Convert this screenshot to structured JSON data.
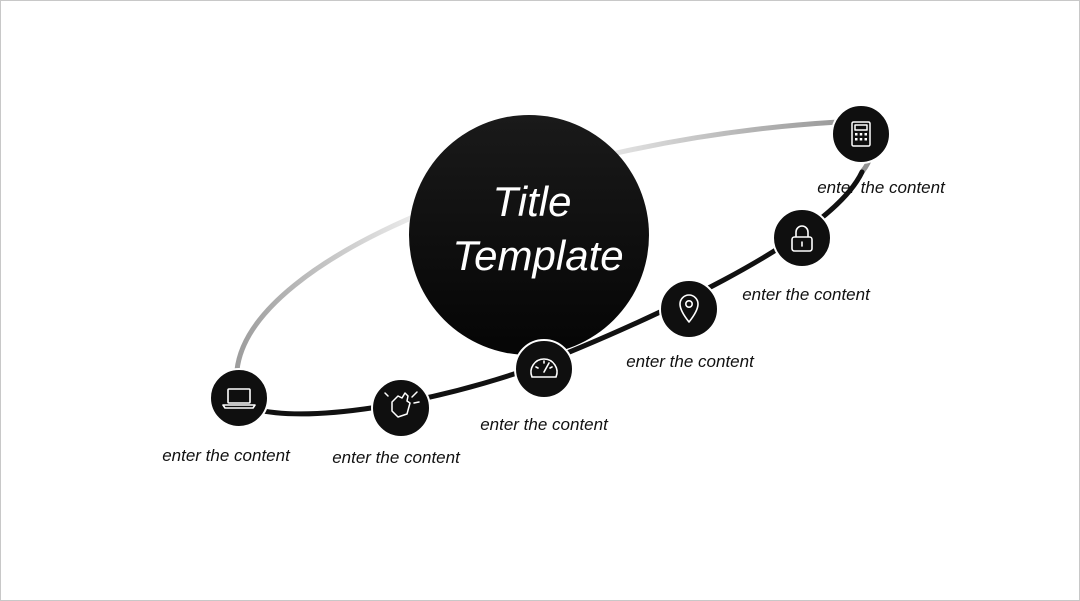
{
  "title": {
    "line1": "Title",
    "line2": "Template"
  },
  "nodes": [
    {
      "icon": "laptop-icon",
      "label": "enter the content"
    },
    {
      "icon": "hand-icon",
      "label": "enter the content"
    },
    {
      "icon": "speedometer-icon",
      "label": "enter the content"
    },
    {
      "icon": "location-pin-icon",
      "label": "enter the content"
    },
    {
      "icon": "lock-icon",
      "label": "enter the content"
    },
    {
      "icon": "calculator-icon",
      "label": "enter the content"
    }
  ],
  "colors": {
    "node_fill": "#0f0f0f",
    "title_fill": "#0d0d0d",
    "text": "#111111",
    "icon_stroke": "#ffffff"
  }
}
